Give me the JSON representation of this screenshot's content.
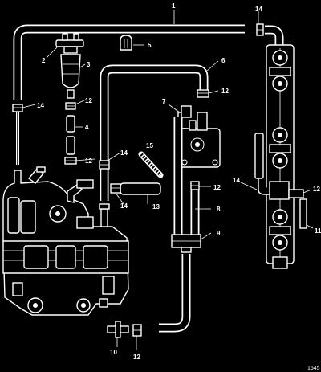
{
  "diagram": {
    "reference_code": "1545",
    "callouts": [
      {
        "id": "c1",
        "label": "1"
      },
      {
        "id": "c2",
        "label": "2"
      },
      {
        "id": "c3",
        "label": "3"
      },
      {
        "id": "c4",
        "label": "4"
      },
      {
        "id": "c5",
        "label": "5"
      },
      {
        "id": "c6",
        "label": "6"
      },
      {
        "id": "c7",
        "label": "7"
      },
      {
        "id": "c8",
        "label": "8"
      },
      {
        "id": "c9",
        "label": "9"
      },
      {
        "id": "c10",
        "label": "10"
      },
      {
        "id": "c11",
        "label": "11"
      },
      {
        "id": "c12a",
        "label": "12"
      },
      {
        "id": "c12b",
        "label": "12"
      },
      {
        "id": "c12c",
        "label": "12"
      },
      {
        "id": "c12d",
        "label": "12"
      },
      {
        "id": "c12e",
        "label": "12"
      },
      {
        "id": "c12f",
        "label": "12"
      },
      {
        "id": "c12g",
        "label": "12"
      },
      {
        "id": "c13",
        "label": "13"
      },
      {
        "id": "c14a",
        "label": "14"
      },
      {
        "id": "c14b",
        "label": "14"
      },
      {
        "id": "c14c",
        "label": "14"
      },
      {
        "id": "c14d",
        "label": "14"
      },
      {
        "id": "c14e",
        "label": "14"
      },
      {
        "id": "c15",
        "label": "15"
      }
    ]
  }
}
